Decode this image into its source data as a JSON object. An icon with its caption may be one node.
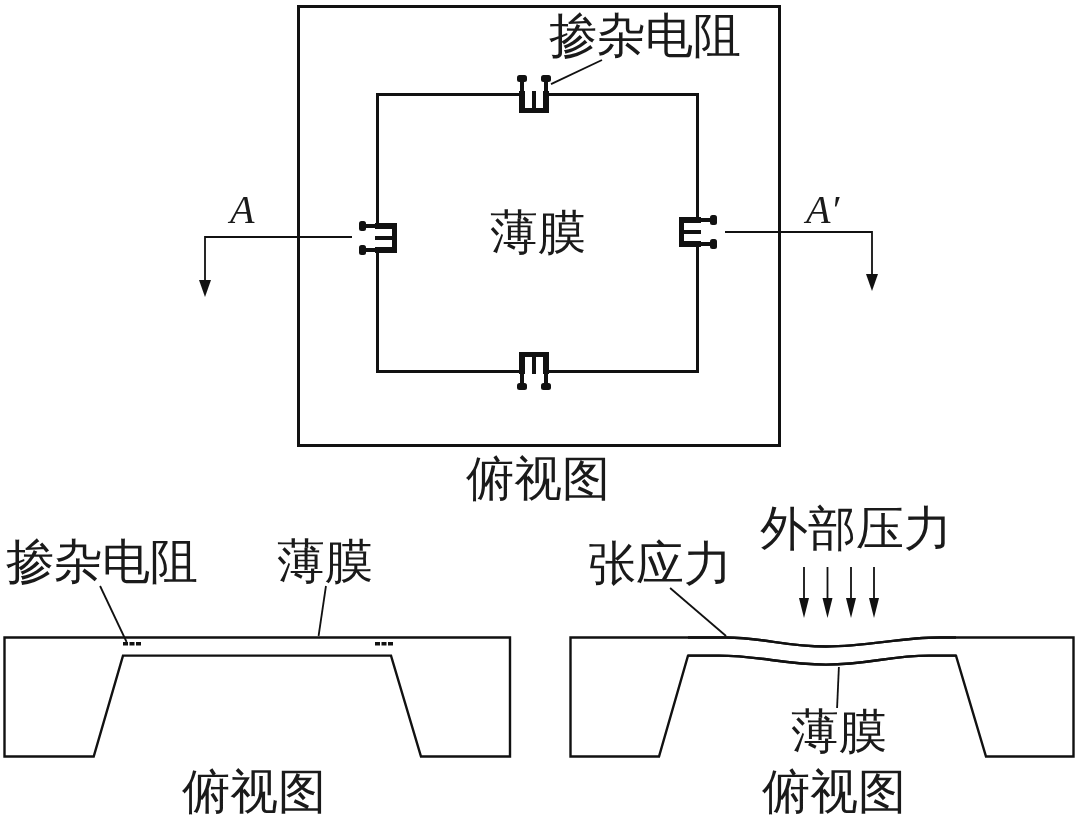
{
  "diagram": {
    "nodes": [
      {
        "text": [],
        "shape": "box",
        "beside": [
          "俯视图"
        ]
      },
      {
        "text": [
          "掺杂电阻"
        ],
        "in": 0
      },
      {
        "text": [
          "薄膜"
        ],
        "in": 0
      },
      {
        "text": [],
        "shape": "picture",
        "in": 2
      },
      {
        "text": [],
        "shape": "picture",
        "in": 2
      },
      {
        "text": [],
        "shape": "picture",
        "in": 2
      },
      {
        "text": [],
        "shape": "picture",
        "in": 2
      },
      {
        "text": [
          "掺杂电阻"
        ]
      },
      {
        "text": [
          "薄膜"
        ]
      },
      {
        "text": [],
        "shape": "picture",
        "beside": [
          "俯视图"
        ]
      },
      {
        "text": [],
        "shape": "bar",
        "in": 9
      },
      {
        "text": [],
        "shape": "bar",
        "in": 9
      },
      {
        "text": [
          "外部压力"
        ]
      },
      {
        "text": [
          "张应力"
        ]
      },
      {
        "text": [],
        "shape": "picture",
        "beside": [
          "俯视图"
        ]
      },
      {
        "text": [],
        "shape": "bar",
        "in": 14
      },
      {
        "text": [
          "薄膜"
        ],
        "in": 14
      }
    ],
    "edges": [
      {
        "from": 1,
        "to": 3,
        "arrow": "none"
      },
      {
        "from": 7,
        "to": 10,
        "arrow": "none"
      },
      {
        "from": 8,
        "to": 9,
        "arrow": "none"
      },
      {
        "from": 13,
        "to": 15,
        "arrow": "none"
      },
      {
        "from": 16,
        "to": 15,
        "arrow": "none"
      }
    ],
    "labels": [
      "A",
      "A′"
    ]
  }
}
